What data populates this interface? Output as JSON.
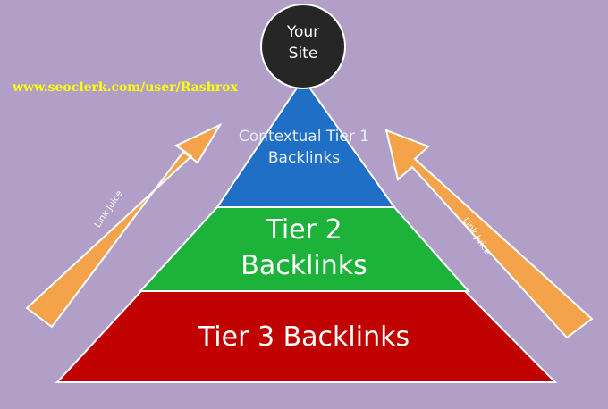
{
  "diagram": {
    "site_label": "Your Site",
    "tier1_label": "Contextual Tier 1 Backlinks",
    "tier2_label": "Tier 2 Backlinks",
    "tier3_label": "Tier 3 Backlinks",
    "arrow_label": "Link Juice",
    "watermark_url": "www.seoclerk.com/user/Rashrox"
  },
  "colors": {
    "background": "#b19fc8",
    "site_circle": "#262626",
    "tier1": "#1f6fc6",
    "tier2": "#19b23a",
    "tier3": "#c10000",
    "arrow": "#f7a33c",
    "url_text": "#ffff00"
  }
}
